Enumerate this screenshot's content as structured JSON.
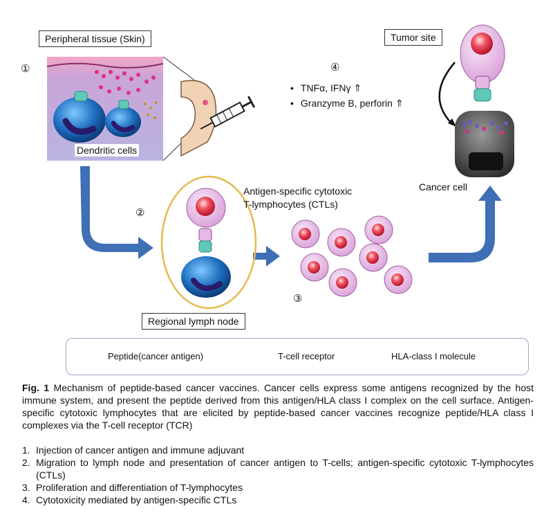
{
  "labels": {
    "peripheral_tissue": "Peripheral tissue (Skin)",
    "dendritic_cells": "Dendritic cells",
    "tumor_site": "Tumor site",
    "cancer_cell": "Cancer cell",
    "regional_lymph_node": "Regional lymph node",
    "ctl_line1": "Antigen-specific  cytotoxic",
    "ctl_line2": "T-lymphocytes (CTLs)"
  },
  "steps": {
    "one": "①",
    "two": "②",
    "three": "③",
    "four": "④"
  },
  "effectors": [
    "TNFα, IFNγ ⇑",
    "Granzyme B, perforin ⇑"
  ],
  "legend": {
    "peptide": "Peptide(cancer antigen)",
    "tcr": "T-cell receptor",
    "hla": "HLA-class I molecule"
  },
  "caption": {
    "fig_label": "Fig. 1",
    "text": "Mechanism of peptide-based cancer vaccines. Cancer cells express some antigens recognized by the host immune system, and present the peptide derived from this antigen/HLA class I complex on the cell surface. Antigen-specific cytotoxic lymphocytes that are elicited by peptide-based cancer vaccines recognize peptide/HLA class I complexes via the T-cell receptor (TCR)"
  },
  "list": [
    {
      "n": "1.",
      "text": "Injection of cancer antigen and immune adjuvant"
    },
    {
      "n": "2.",
      "text": "Migration to lymph node and presentation of cancer antigen to T-cells; antigen-specific cytotoxic T-lymphocytes (CTLs)"
    },
    {
      "n": "3.",
      "text": "Proliferation and differentiation of T-lymphocytes"
    },
    {
      "n": "4.",
      "text": "Cytotoxicity mediated by antigen-specific CTLs"
    }
  ],
  "colors": {
    "arrow": "#3f6fb4",
    "tcell": "#e7b8e6",
    "nucleus": "#e23a4a",
    "dendritic": "#1f6fc0",
    "node_outline": "#e6b84a",
    "cancer": "#555555"
  }
}
